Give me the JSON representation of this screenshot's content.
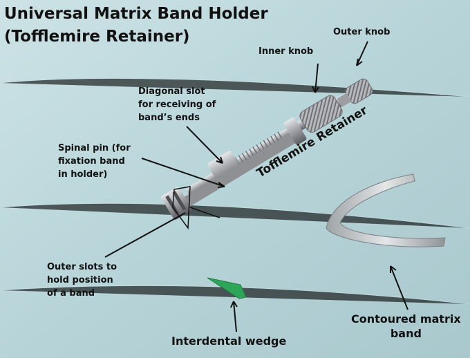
{
  "title": {
    "line1": "Universal Matrix Band Holder",
    "line2": "(Tofflemire Retainer)"
  },
  "labels": {
    "outer_knob": "Outer knob",
    "inner_knob": "Inner knob",
    "diagonal_slot": [
      "Diagonal slot",
      "for receiving of",
      "band’s ends"
    ],
    "spinal_pin": [
      "Spinal pin (for",
      "fixation band",
      "in holder)"
    ],
    "outer_slots": [
      "Outer slots to",
      "hold position",
      "of a band"
    ],
    "interdental_wedge": "Interdental wedge",
    "contoured_band": [
      "Contoured matrix",
      "band"
    ],
    "retainer": "Tofflemire Retainer"
  },
  "colors": {
    "background": "#b9d6da",
    "metal": "#a8a9ad",
    "wedge": "#2ea65a",
    "text": "#111111"
  }
}
